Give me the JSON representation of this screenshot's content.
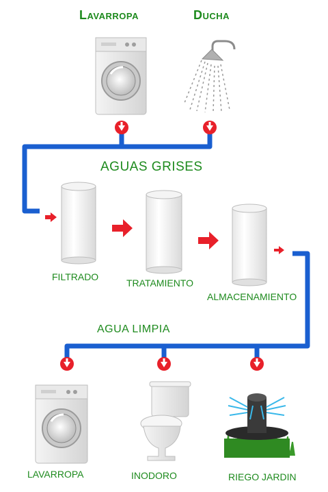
{
  "sources": [
    {
      "label": "Lavarropa",
      "icon": "washing-machine-icon"
    },
    {
      "label": "Ducha",
      "icon": "shower-head-icon"
    }
  ],
  "sections": {
    "grey_water": "AGUAS GRISES",
    "clean_water": "AGUA LIMPIA"
  },
  "stages": [
    {
      "label": "FILTRADO",
      "icon": "filter-tank-icon"
    },
    {
      "label": "TRATAMIENTO",
      "icon": "treatment-tank-icon"
    },
    {
      "label": "ALMACENAMIENTO",
      "icon": "storage-tank-icon"
    }
  ],
  "uses": [
    {
      "label": "LAVARROPA",
      "icon": "washing-machine-icon"
    },
    {
      "label": "INODORO",
      "icon": "toilet-icon"
    },
    {
      "label": "RIEGO JARDIN",
      "icon": "sprinkler-icon"
    }
  ],
  "colors": {
    "pipe": "#1a5fd0",
    "arrow": "#e8202a",
    "text": "#1d8a1d"
  }
}
